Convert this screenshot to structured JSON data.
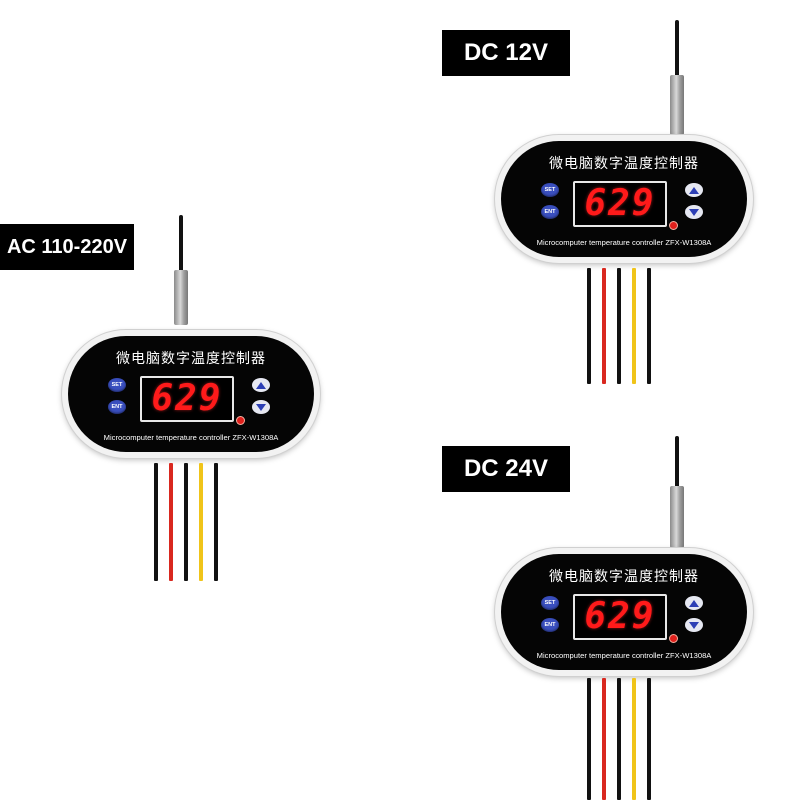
{
  "labels": {
    "ac": "AC 110-220V",
    "dc12": "DC 12V",
    "dc24": "DC 24V"
  },
  "device": {
    "title_cn": "微电脑数字温度控制器",
    "subtitle": "Microcomputer temperature controller ZFX-W1308A",
    "display_value": "629",
    "set_label": "SET",
    "ent_label": "ENT"
  },
  "colors": {
    "background": "#ffffff",
    "label_background": "#000000",
    "label_text": "#ffffff",
    "display_digits": "#ff1a1a",
    "button_blue": "#3a4fbf",
    "wire_colors": [
      "#111111",
      "#d9281f",
      "#111111",
      "#f0c419",
      "#111111"
    ]
  }
}
